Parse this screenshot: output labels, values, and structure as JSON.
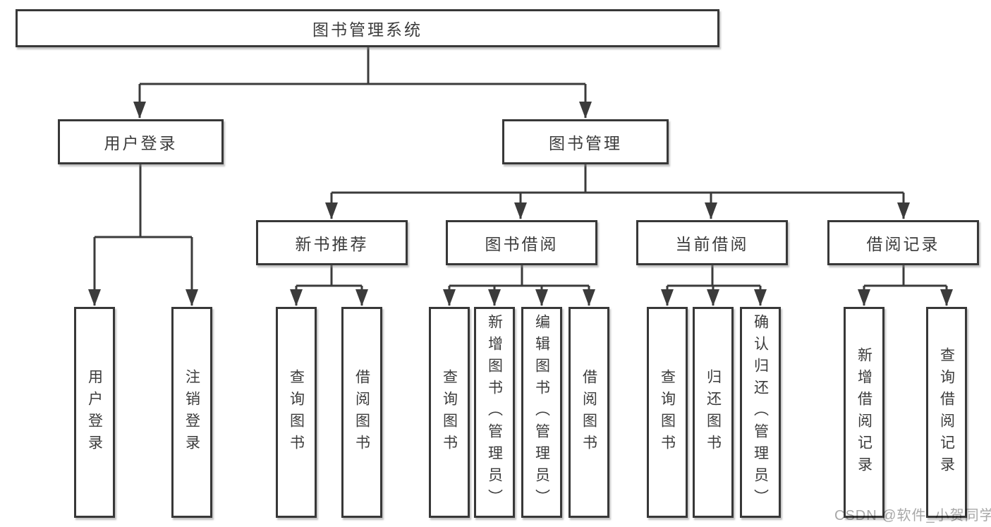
{
  "diagram": {
    "root": "图书管理系统",
    "level2": [
      {
        "label": "用户登录"
      },
      {
        "label": "图书管理"
      }
    ],
    "level3": [
      {
        "label": "新书推荐"
      },
      {
        "label": "图书借阅"
      },
      {
        "label": "当前借阅"
      },
      {
        "label": "借阅记录"
      }
    ],
    "leaves": {
      "user_login": [
        "用户登录",
        "注销登录"
      ],
      "new_books": [
        "查询图书",
        "借阅图书"
      ],
      "book_borrow": [
        "查询图书",
        "新增图书（管理员）",
        "编辑图书（管理员）",
        "借阅图书"
      ],
      "current_borrow": [
        "查询图书",
        "归还图书",
        "确认归还（管理员）"
      ],
      "borrow_records": [
        "新增借阅记录",
        "查询借阅记录"
      ]
    }
  },
  "watermark": "CSDN @软件_小贺同学",
  "colors": {
    "line": "#3b3b3b",
    "border": "#383838",
    "text": "#3c3c3c",
    "watermark_text": "#a8a8a8",
    "background": "#ffffff"
  }
}
